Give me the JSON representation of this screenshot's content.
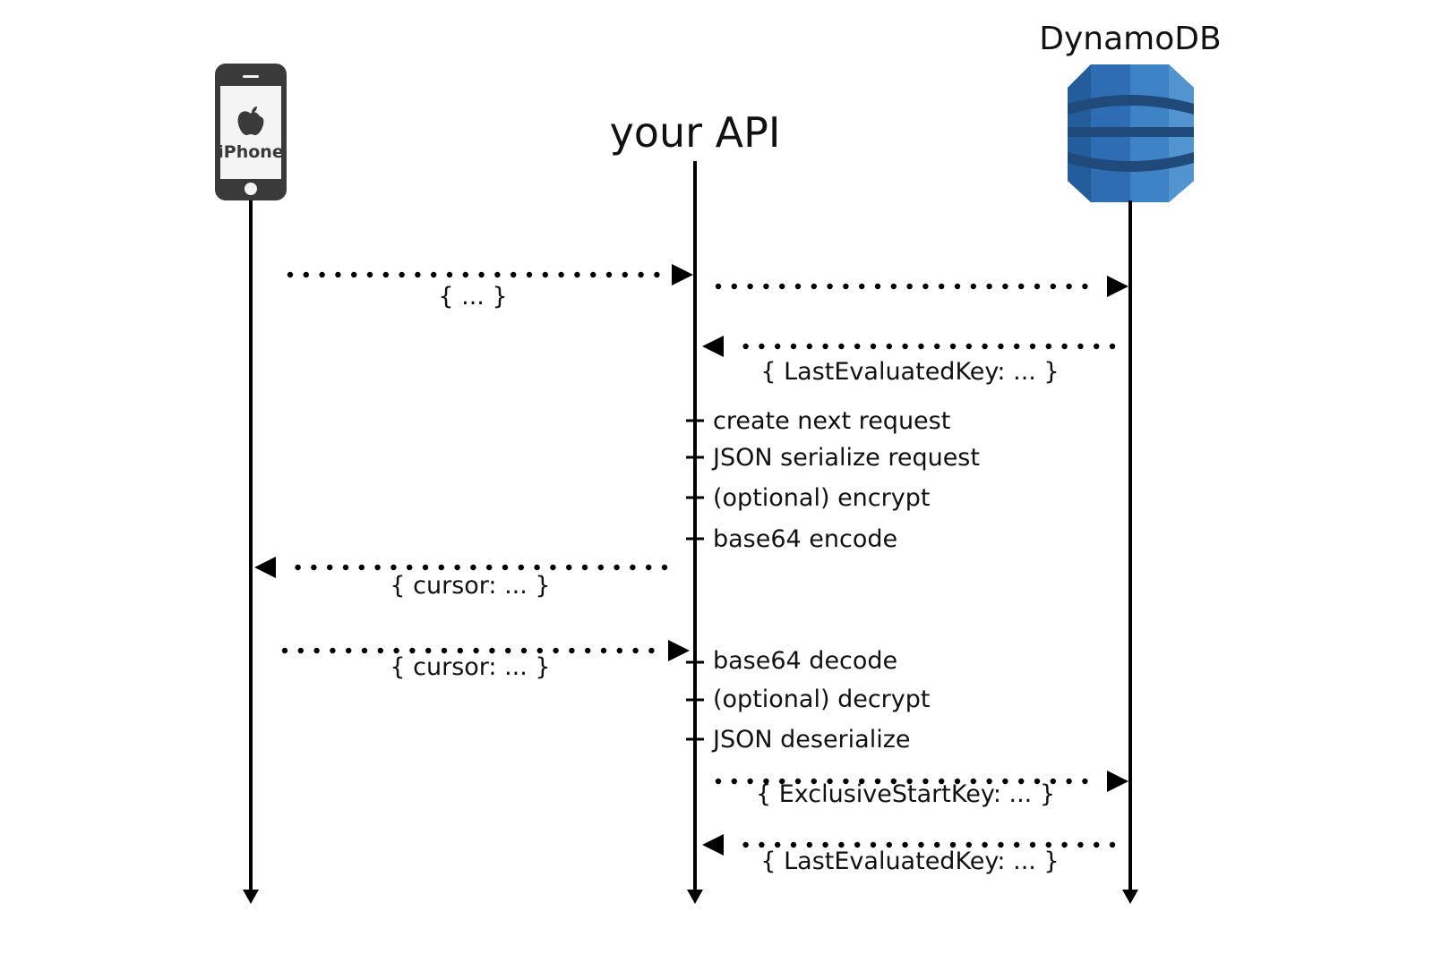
{
  "diagram": {
    "type": "sequence",
    "participants": [
      {
        "id": "iphone",
        "label": "iPhone",
        "icon": "iphone-icon",
        "icon_text": "iPhone"
      },
      {
        "id": "api",
        "label": "your API"
      },
      {
        "id": "dynamodb",
        "label": "DynamoDB",
        "icon": "dynamodb-icon"
      }
    ],
    "colors": {
      "line": "#000000",
      "text": "#111111",
      "phone_body": "#3a3a3a",
      "dynamo_dark": "#1f4a7a",
      "dynamo_mid": "#2e6db4",
      "dynamo_light": "#5294cf"
    },
    "messages": [
      {
        "from": "iphone",
        "to": "api",
        "label": "{ ... }"
      },
      {
        "from": "api",
        "to": "dynamodb",
        "label": ""
      },
      {
        "from": "dynamodb",
        "to": "api",
        "label": "{ LastEvaluatedKey: ... }"
      },
      {
        "from": "api",
        "to": "iphone",
        "label": "{ cursor: ... }"
      },
      {
        "from": "iphone",
        "to": "api",
        "label": "{ cursor: ... }"
      },
      {
        "from": "api",
        "to": "dynamodb",
        "label": "{ ExclusiveStartKey: ... }"
      },
      {
        "from": "dynamodb",
        "to": "api",
        "label": "{ LastEvaluatedKey: ... }"
      }
    ],
    "steps": [
      {
        "on": "api",
        "label": "create next request"
      },
      {
        "on": "api",
        "label": "JSON serialize request"
      },
      {
        "on": "api",
        "label": "(optional) encrypt"
      },
      {
        "on": "api",
        "label": "base64 encode"
      },
      {
        "on": "api",
        "label": "base64 decode"
      },
      {
        "on": "api",
        "label": "(optional) decrypt"
      },
      {
        "on": "api",
        "label": "JSON deserialize"
      }
    ]
  }
}
